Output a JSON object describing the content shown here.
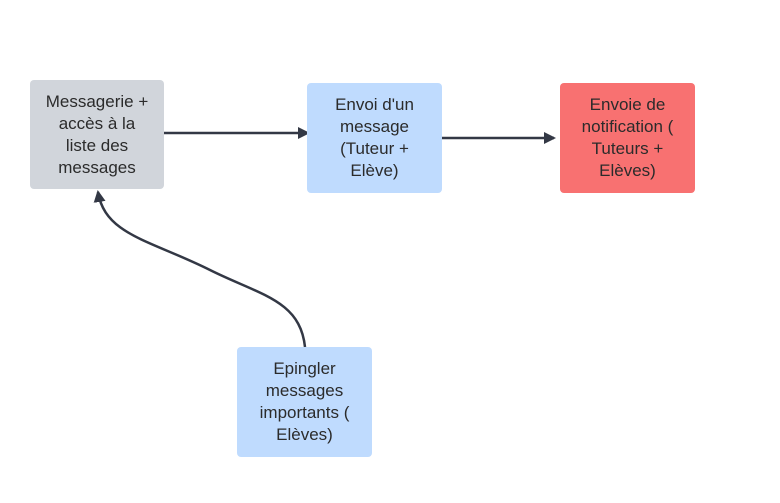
{
  "diagram": {
    "nodes": {
      "messagerie": {
        "label": "Messagerie +\naccès à la\nliste des\nmessages",
        "color": "#d1d5db"
      },
      "envoi_message": {
        "label": "Envoi d'un\nmessage\n(Tuteur +\nElève)",
        "color": "#bfdbfe"
      },
      "notification": {
        "label": "Envoie de\nnotification (\nTuteurs +\nElèves)",
        "color": "#f87171"
      },
      "epingler": {
        "label": "Epingler\nmessages\nimportants (\nElèves)",
        "color": "#bfdbfe"
      }
    },
    "edges": [
      {
        "from": "messagerie",
        "to": "envoi_message"
      },
      {
        "from": "envoi_message",
        "to": "notification"
      },
      {
        "from": "epingler",
        "to": "messagerie"
      }
    ],
    "edge_color": "#333845"
  }
}
